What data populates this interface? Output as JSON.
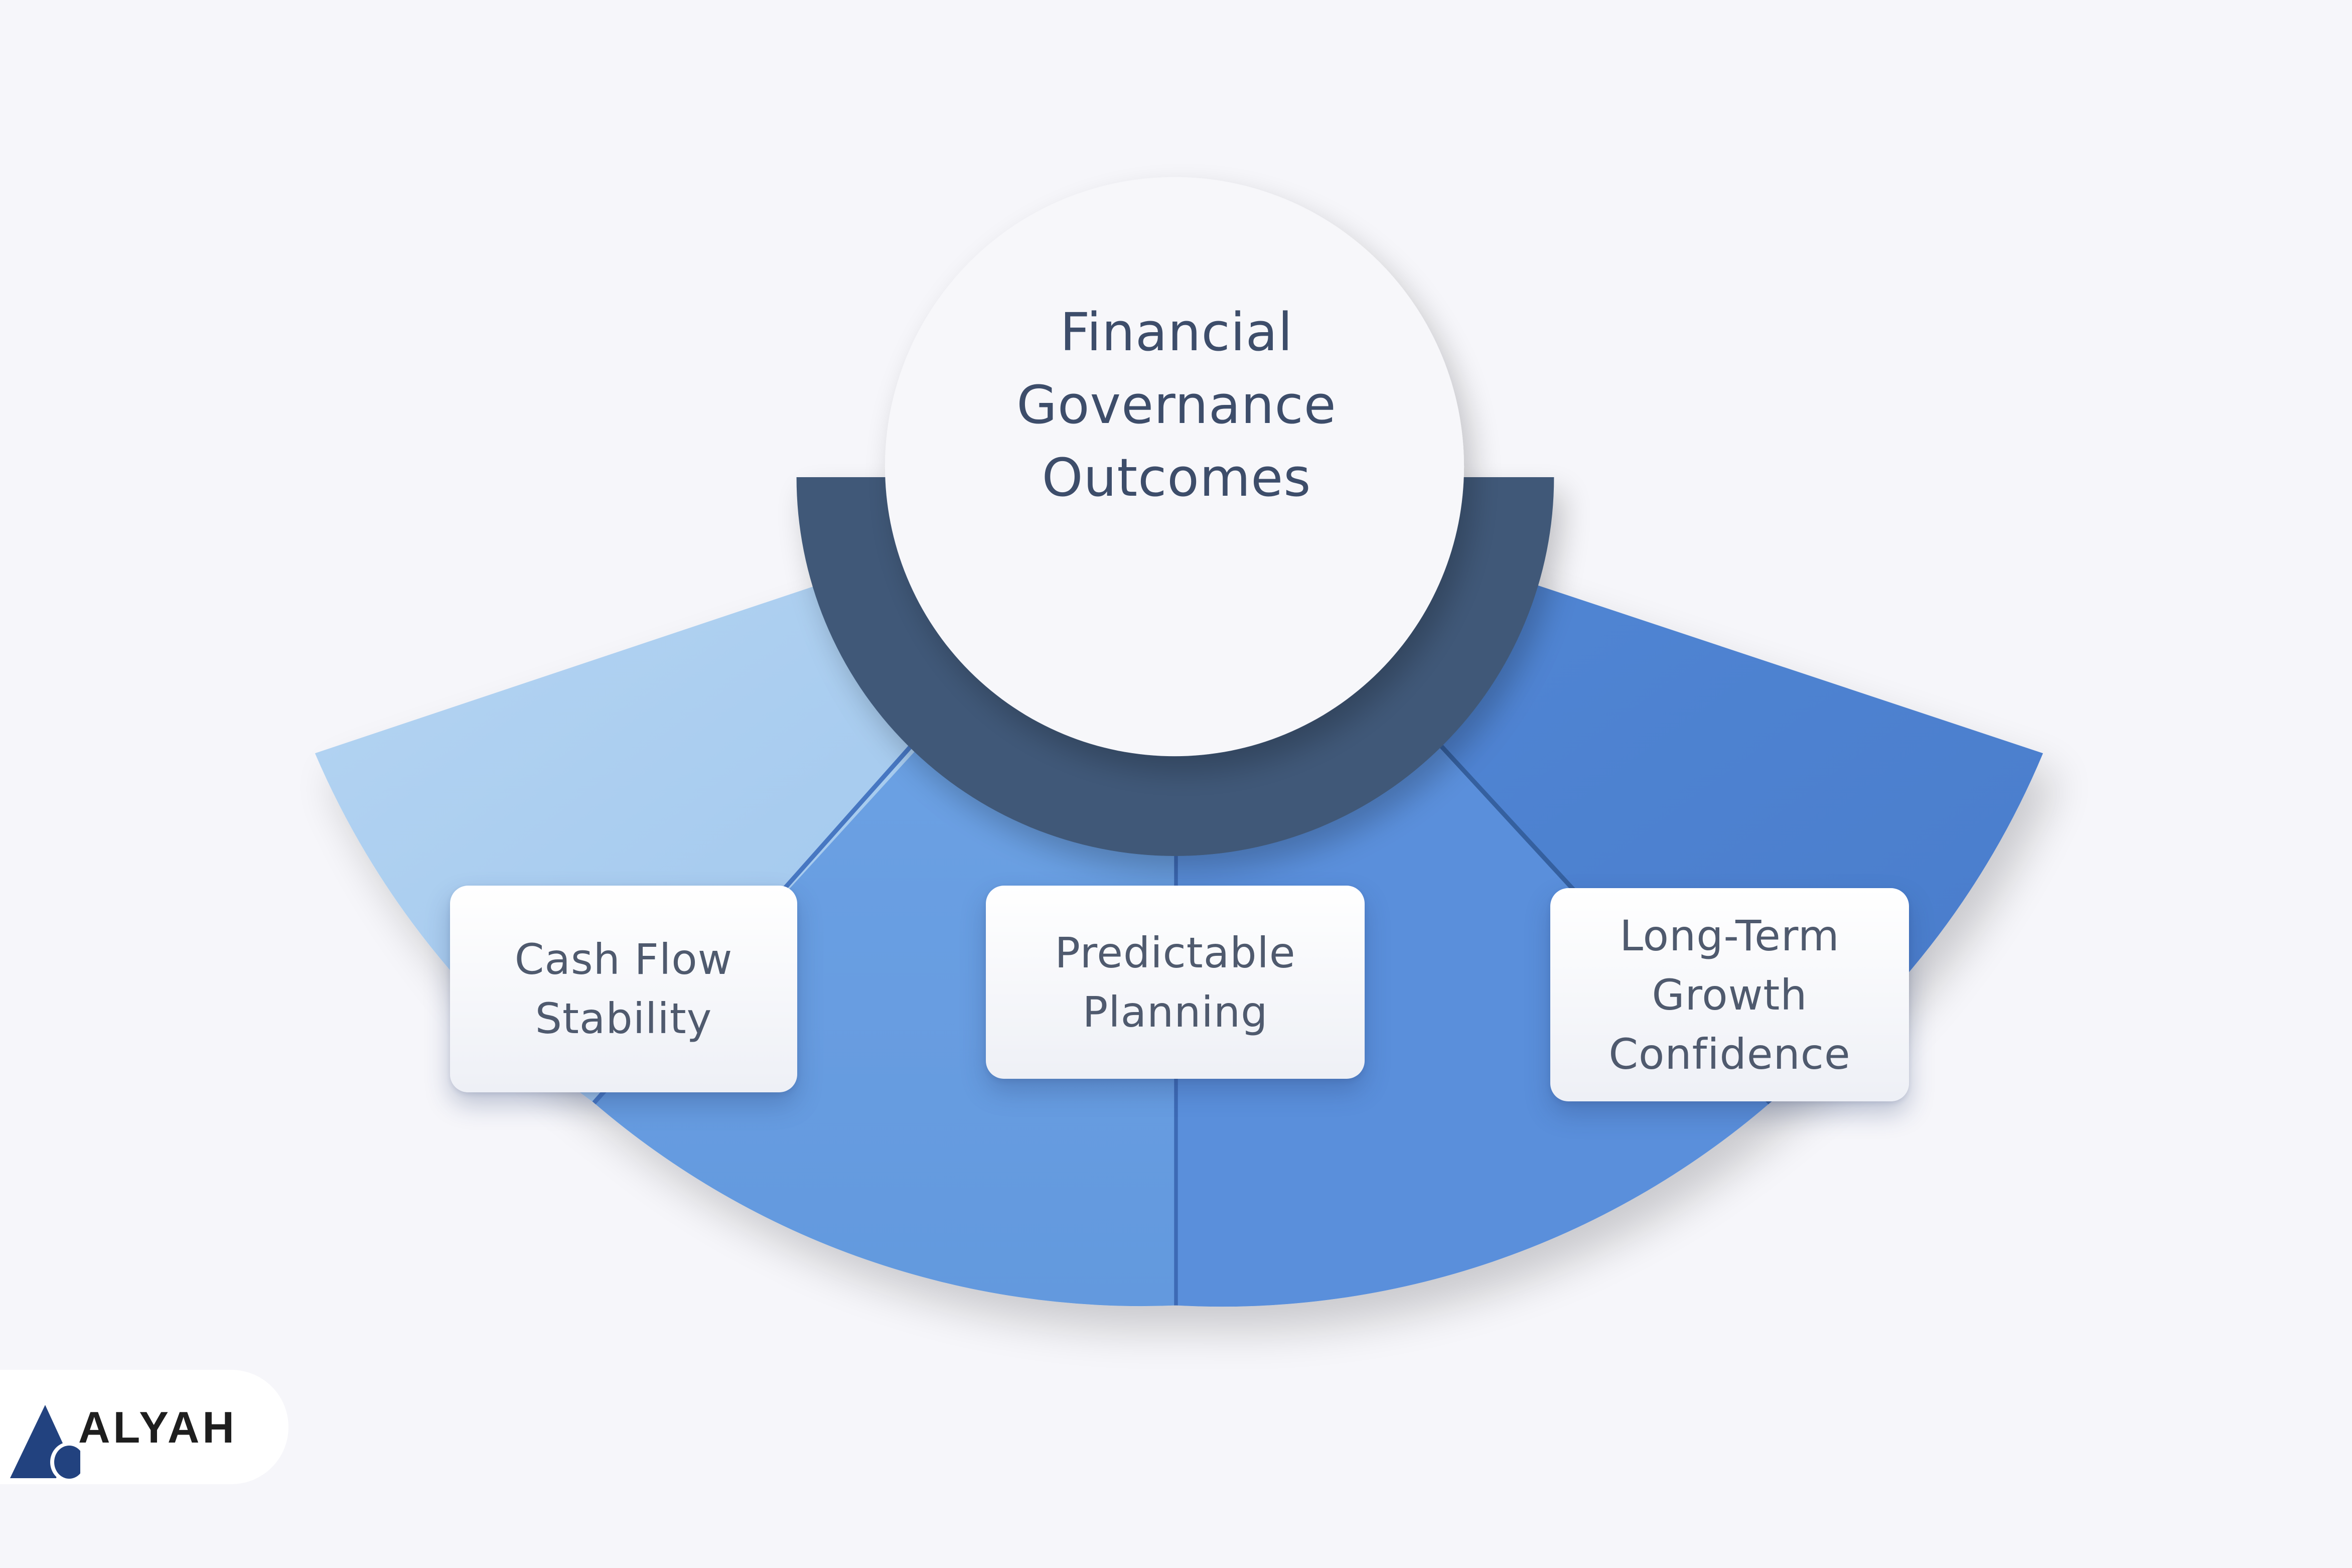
{
  "diagram": {
    "type": "semicircle-fan",
    "center": {
      "title_lines": [
        "Financial",
        "Governance",
        "Outcomes"
      ]
    },
    "segments": [
      {
        "label_lines": [
          "Cash Flow",
          "Stability"
        ],
        "color": "#a9cdef"
      },
      {
        "label_lines": [
          "Predictable",
          "Planning"
        ],
        "color": "#6a9fe2"
      },
      {
        "label_lines": [
          "Long-Term",
          "Growth",
          "Confidence"
        ],
        "color": "#4f83d2"
      }
    ],
    "colors": {
      "background": "#f6f6fa",
      "ring": "#3f5878",
      "center_fill": "#f7f7fa",
      "title_text": "#3d4d6a",
      "card_text": "#4f5a6e"
    }
  },
  "logo": {
    "text": "ALYAH",
    "icon": "triangle-circle-logo-icon",
    "icon_color": "#22427f"
  }
}
